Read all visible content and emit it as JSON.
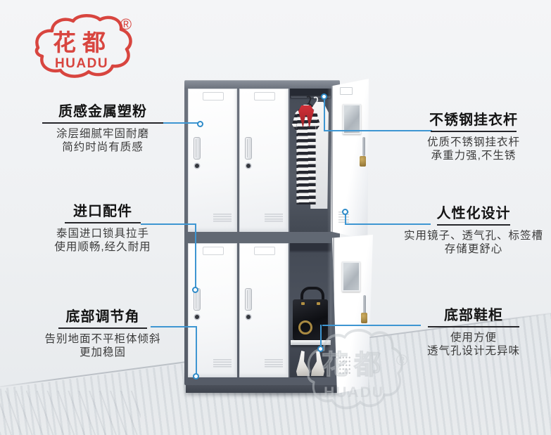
{
  "logo": {
    "brand_cn": "花都",
    "brand_en": "HUADU",
    "registered": "®"
  },
  "watermark": {
    "brand_cn": "花都",
    "brand_en": "HUADU",
    "registered": "®"
  },
  "annotations": {
    "left": [
      {
        "title": "质感金属塑粉",
        "line1": "涂层细腻牢固耐磨",
        "line2": "简约时尚有质感"
      },
      {
        "title": "进口配件",
        "line1": "泰国进口锁具拉手",
        "line2": "使用顺畅,经久耐用"
      },
      {
        "title": "底部调节角",
        "line1": "告别地面不平柜体倾斜",
        "line2": "更加稳固"
      }
    ],
    "right": [
      {
        "title": "不锈钢挂衣杆",
        "line1": "优质不锈钢挂衣杆",
        "line2": "承重力强,不生锈"
      },
      {
        "title": "人性化设计",
        "line1": "实用镜子、透气孔、标签槽",
        "line2": "存储更舒心"
      },
      {
        "title": "底部鞋柜",
        "line1": "使用方便",
        "line2": "透气孔设计无异味"
      }
    ]
  },
  "colors": {
    "accent_blue": "#3e96d2",
    "logo_red": "#d8453f",
    "frame_gray": "#5f6671",
    "door_white": "#fbfcfd",
    "floor_gray": "#d8dce1"
  }
}
